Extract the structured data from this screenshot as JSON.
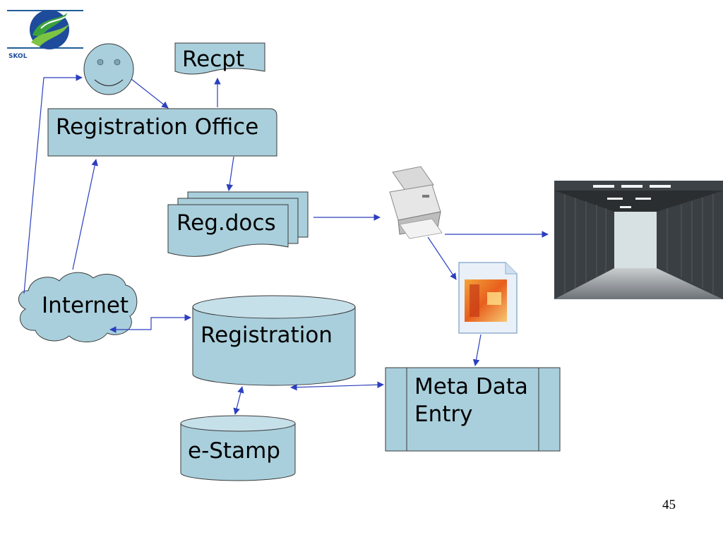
{
  "slide": {
    "page_number": "45",
    "logo": {
      "icon": "skol-logo",
      "text": "SKOL"
    },
    "colors": {
      "shape_fill": "#a9cfdc",
      "shape_top": "#c6e0ea",
      "shape_stroke": "#3a3a3a",
      "arrow": "#2b3fbf"
    }
  },
  "nodes": {
    "user": {
      "icon": "smiley-face-icon"
    },
    "receipt": {
      "label": "Recpt"
    },
    "registration_office": {
      "label": "Registration Office"
    },
    "reg_docs": {
      "label": "Reg.docs"
    },
    "scanner": {
      "icon": "scanner-icon"
    },
    "data_center": {
      "icon": "server-room-photo"
    },
    "image_file": {
      "icon": "image-file-icon"
    },
    "internet": {
      "label": "Internet"
    },
    "registration_db": {
      "label": "Registration"
    },
    "meta_data_entry": {
      "label_line1": "Meta Data",
      "label_line2": "Entry"
    },
    "estamp_db": {
      "label": "e-Stamp"
    }
  }
}
